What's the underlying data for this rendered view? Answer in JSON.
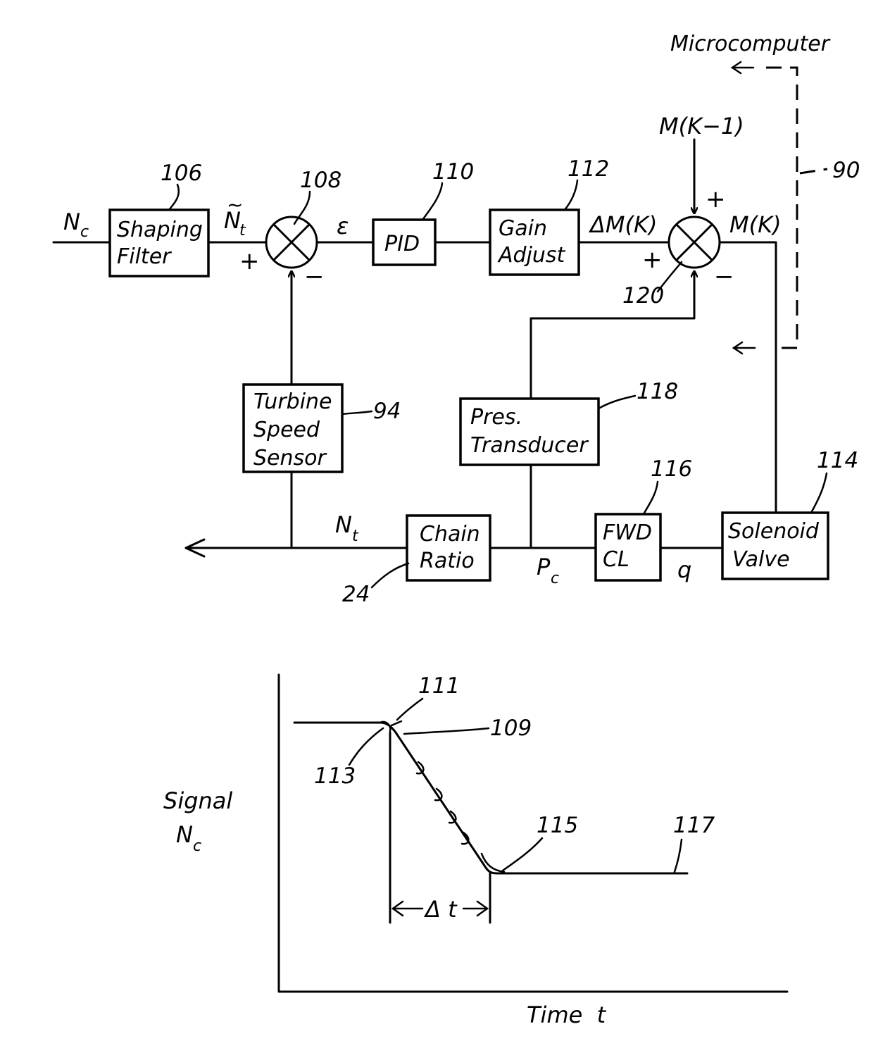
{
  "top_label": "Microcomputer",
  "ref_90": "90",
  "blocks": {
    "shaping_filter": {
      "line1": "Shaping",
      "line2": "Filter",
      "ref": "106"
    },
    "pid": {
      "label": "PID",
      "ref": "110"
    },
    "gain_adjust": {
      "line1": "Gain",
      "line2": "Adjust",
      "ref": "112"
    },
    "turbine_speed_sensor": {
      "line1": "Turbine",
      "line2": "Speed",
      "line3": "Sensor",
      "ref": "94"
    },
    "pres_transducer": {
      "line1": "Pres.",
      "line2": "Transducer",
      "ref": "118"
    },
    "chain_ratio": {
      "line1": "Chain",
      "line2": "Ratio",
      "ref": "24"
    },
    "fwd_cl": {
      "line1": "FWD",
      "line2": "CL",
      "ref": "116"
    },
    "solenoid_valve": {
      "line1": "Solenoid",
      "line2": "Valve",
      "ref": "114"
    }
  },
  "junctions": {
    "j108": {
      "ref": "108"
    },
    "j120": {
      "ref": "120"
    }
  },
  "signals": {
    "nc_main": "N",
    "nc_sub": "c",
    "nt_tilde_main": "N",
    "nt_tilde_sub": "t",
    "tilde": "~",
    "epsilon": "ε",
    "delta_m": "ΔM(K)",
    "m_k": "M(K)",
    "m_k_minus_1": "M(K−1)",
    "nt_main": "N",
    "nt_sub": "t",
    "pc_main": "P",
    "pc_sub": "c",
    "q": "q"
  },
  "signs": {
    "plus": "+",
    "minus": "−"
  },
  "graph": {
    "ylabel_line1": "Signal",
    "ylabel_main": "N",
    "ylabel_sub": "c",
    "xlabel": "Time  t",
    "delta_t": "Δ t",
    "refs": {
      "r111": "111",
      "r109": "109",
      "r113": "113",
      "r115": "115",
      "r117": "117"
    }
  }
}
